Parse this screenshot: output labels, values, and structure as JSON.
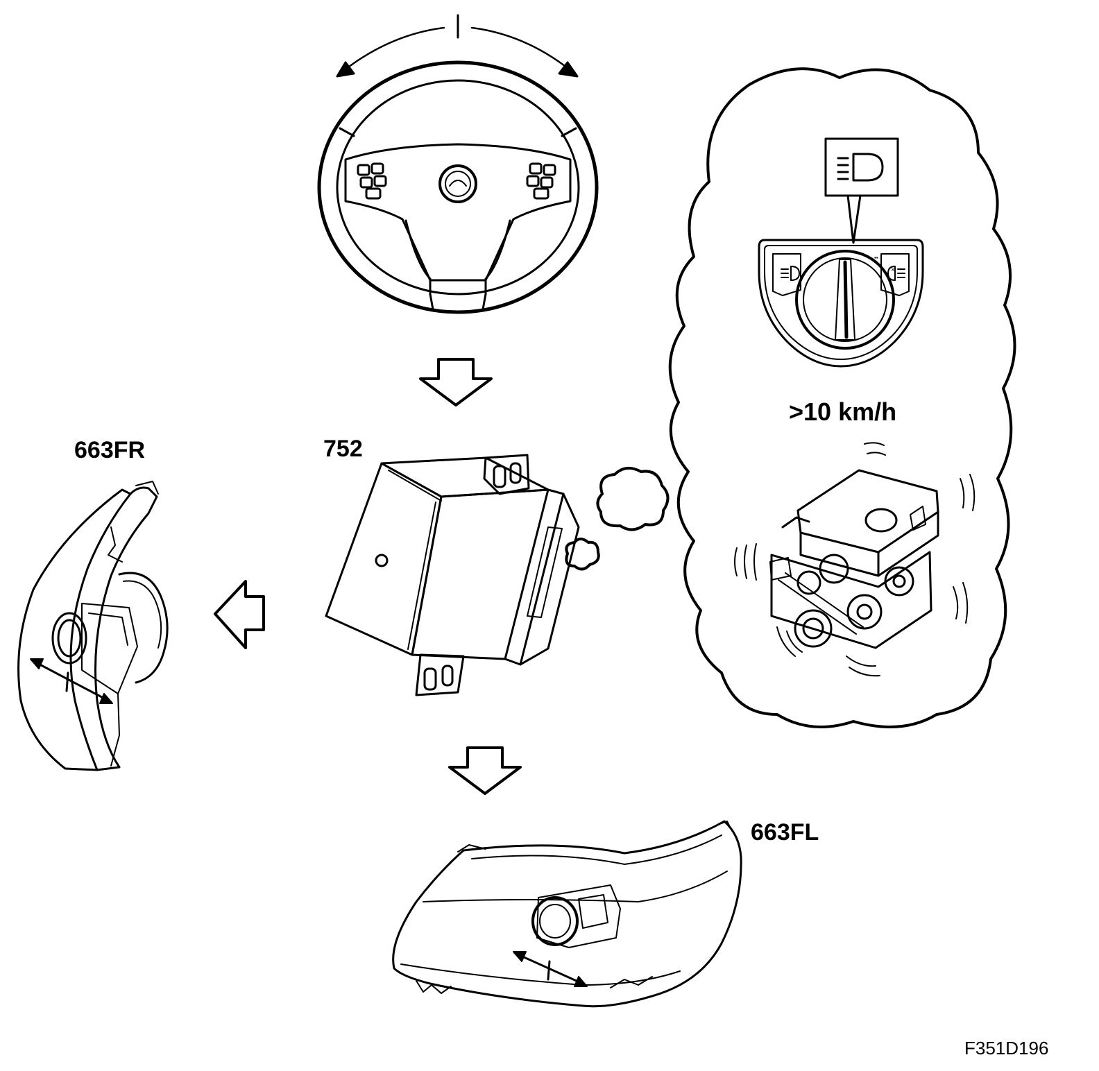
{
  "labels": {
    "control_module": "752",
    "headlamp_right": "663FR",
    "headlamp_left": "663FL",
    "speed_condition": ">10 km/h",
    "figure_id": "F351D196"
  },
  "colors": {
    "line": "#000000",
    "fill": "#ffffff"
  },
  "icons": {
    "light_switch_symbol": "low-beam-headlight-icon",
    "engine": "engine-icon",
    "steering_wheel": "steering-wheel-icon"
  }
}
